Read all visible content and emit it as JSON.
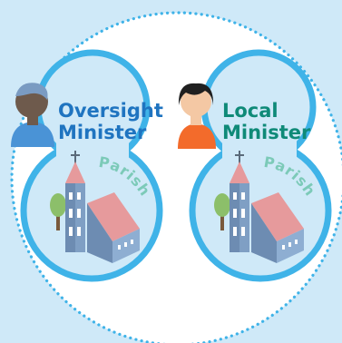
{
  "left_role": {
    "line1": "Oversight",
    "line2": "Minister"
  },
  "right_role": {
    "line1": "Local",
    "line2": "Minister"
  },
  "parish_left": "Parish",
  "parish_right": "Parish",
  "colors": {
    "background": "#cfe9f8",
    "ring_dots": "#3fb3e8",
    "blob_outline": "#3fb3e8",
    "oversight_text": "#1f74c0",
    "local_text": "#0f8a78",
    "parish_text": "#7ccab8",
    "church_roof": "#e69a9c",
    "church_wall": "#7f9fc4"
  },
  "icons": [
    "oversight-minister-person-icon",
    "local-minister-person-icon",
    "church-icon",
    "tree-icon",
    "cross-icon"
  ]
}
